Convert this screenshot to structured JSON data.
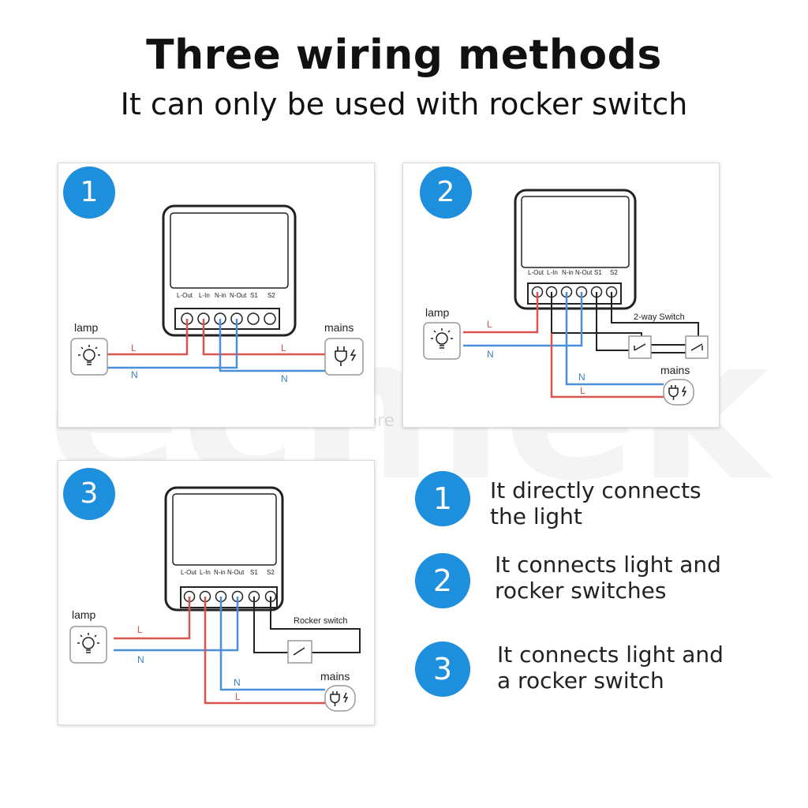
{
  "header": {
    "title": "Three  wiring methods",
    "subtitle": "It can only  be used with rocker switch"
  },
  "watermark": {
    "text": "ecmek",
    "subtext": "Electronics Store"
  },
  "terminals": {
    "l_out": "L-Out",
    "l_in": "L-In",
    "n_in": "N-in",
    "n_out": "N-Out",
    "s1": "S1",
    "s2": "S2"
  },
  "diagrams": [
    {
      "number": "1",
      "lamp_label": "lamp",
      "mains_label": "mains",
      "wire_l": "L",
      "wire_n": "N"
    },
    {
      "number": "2",
      "lamp_label": "lamp",
      "mains_label": "mains",
      "wire_l": "L",
      "wire_n": "N",
      "switch_label": "2-way Switch"
    },
    {
      "number": "3",
      "lamp_label": "lamp",
      "mains_label": "mains",
      "wire_l": "L",
      "wire_n": "N",
      "switch_label": "Rocker switch"
    }
  ],
  "legend": [
    {
      "number": "1",
      "text": "It directly connects\nthe light"
    },
    {
      "number": "2",
      "text": "It connects light and\nrocker switches"
    },
    {
      "number": "3",
      "text": "It connects light and\na rocker switch"
    }
  ],
  "colors": {
    "accent_blue": "#1e8fdd",
    "wire_live": "#d9534f",
    "wire_neutral": "#4a90d9",
    "wire_switch": "#222222"
  }
}
